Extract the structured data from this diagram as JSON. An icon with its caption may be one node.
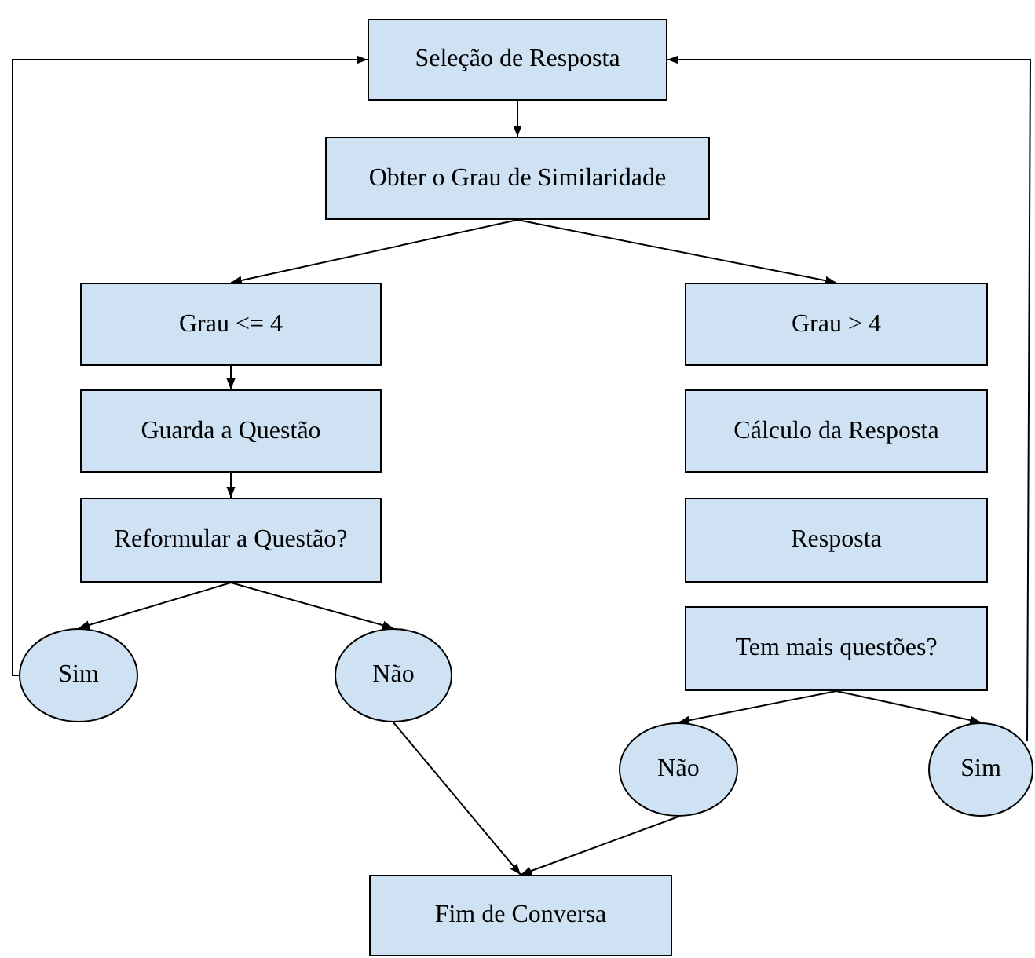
{
  "diagram": {
    "nodes": [
      {
        "text": [
          "Seleção de Resposta"
        ]
      },
      {
        "text": [
          "Obter o Grau de Similaridade"
        ]
      },
      {
        "text": [
          "Grau <= 4"
        ]
      },
      {
        "text": [
          "Guarda a Questão"
        ]
      },
      {
        "text": [
          "Reformular a Questão?"
        ]
      },
      {
        "text": [
          "Sim"
        ]
      },
      {
        "text": [
          "Não"
        ]
      },
      {
        "text": [
          "Grau > 4"
        ]
      },
      {
        "text": [
          "Cálculo da Resposta"
        ]
      },
      {
        "text": [
          "Resposta"
        ]
      },
      {
        "text": [
          "Tem mais questões?"
        ]
      },
      {
        "text": [
          "Não"
        ]
      },
      {
        "text": [
          "Sim"
        ]
      },
      {
        "text": [
          "Fim de Conversa"
        ]
      }
    ],
    "edges": [
      {
        "from": 0,
        "to": 1,
        "arrow": "to"
      },
      {
        "from": 1,
        "to": 2,
        "arrow": "to"
      },
      {
        "from": 1,
        "to": 7,
        "arrow": "to"
      },
      {
        "from": 2,
        "to": 3,
        "arrow": "to"
      },
      {
        "from": 3,
        "to": 4,
        "arrow": "to"
      },
      {
        "from": 4,
        "to": 5,
        "arrow": "to"
      },
      {
        "from": 4,
        "to": 6,
        "arrow": "to"
      },
      {
        "from": 5,
        "to": 0,
        "arrow": "to"
      },
      {
        "from": 12,
        "to": 0,
        "arrow": "to"
      },
      {
        "from": 10,
        "to": 11,
        "arrow": "to"
      },
      {
        "from": 10,
        "to": 12,
        "arrow": "to"
      },
      {
        "from": 6,
        "to": 13,
        "arrow": "to"
      },
      {
        "from": 11,
        "to": 13,
        "arrow": "to"
      }
    ]
  }
}
